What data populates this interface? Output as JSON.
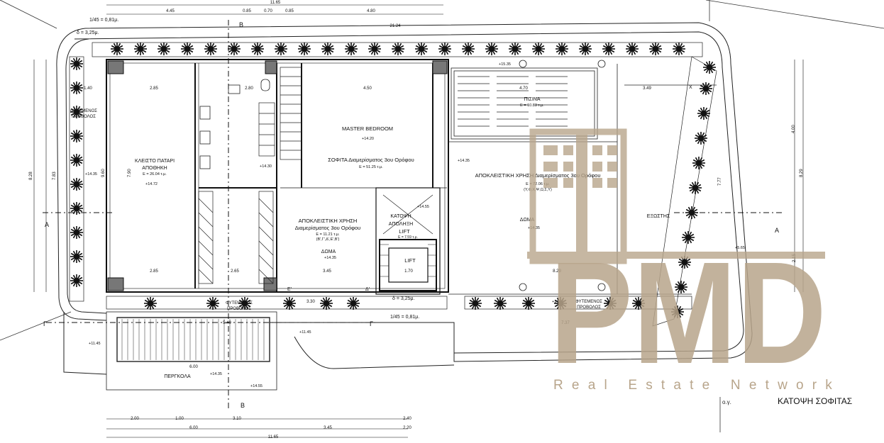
{
  "plan_title": "ΚΑΤΟΨΗ ΣΟΦΙΤΑΣ",
  "og_label": "ο.γ.",
  "watermark": {
    "logo_text": "PMD",
    "tagline": "Real Estate Network",
    "color": "#b8a58b"
  },
  "rooms": {
    "klisto_patari": "ΚΛΕΙΣΤΟ ΠΑΤΑΡΙ",
    "apothiki": "ΑΠΟΘΗΚΗ",
    "apothiki_area": "Ε = 26.04 τ.μ.",
    "master": "MASTER BEDROOM",
    "sofita": "ΣΟΦΙΤΑ Διαμερίσματος 3ου Ορόφου",
    "sofita_area": "Ε = 51.25 τ.μ.",
    "excl_left_1": "ΑΠΟΚΛΕΙΣΤΙΚΗ ΧΡΗΣΗ",
    "excl_left_2": "Διαμερίσματος 3ου Ορόφου",
    "excl_left_area": "Ε = 11.21 τ.μ.",
    "excl_left_codes": "(Β',Γ',Δ',Ε',Β')",
    "doma_left": "ΔΩΜΑ",
    "excl_right": "ΑΠΟΚΛΕΙΣΤΙΚΗ ΧΡΗΣΗ Διαμερίσματος 3ου Ορόφου",
    "excl_right_area": "Ε = 72.06 τ.μ.",
    "excl_right_codes": "(Υ,Φ,Χ,Ψ,Ω,Σ,Υ)",
    "doma_right": "ΔΩΜΑ",
    "pool": "ΠΙΣΙΝΑ",
    "pool_area": "Ε = 10.88 τ.μ.",
    "lift_shaft_1": "ΚΑΤΟΨΗ",
    "lift_shaft_2": "ΑΠΟΛΗΞΗ",
    "lift_shaft_3": "LIFT",
    "lift_shaft_area": "Ε = 7.59 τ.μ.",
    "lift": "LIFT",
    "eksostis": "ΕΞΩΣΤΗΣ",
    "fytemenos_1": "ΦΥΤΕΜΕΝΟΣ",
    "fytemenos_2": "ΠΡΟΒΟΛΟΣ",
    "pergola": "ΠΕΡΓΚΟΛΑ"
  },
  "levels": [
    "+14.20",
    "+14.35",
    "+14.72",
    "+14.30",
    "+15.35",
    "+14.55",
    "+14.35",
    "+5.65",
    "+14.35",
    "+11.45",
    "+11.45",
    "+14.35",
    "+14.55",
    "+14.35",
    "+14.35"
  ],
  "dims": {
    "top_total": "11.65",
    "top_a": "4.45",
    "top_b": "0.85",
    "top_c": "0.70",
    "top_d": "0.85",
    "top_e": "4.80",
    "ratio_top": "1/45 = 0,81μ.",
    "ratio_left": "δ = 3,25μ.",
    "ratio_bottom": "1/45 = 0,81μ.",
    "ratio_bottom2": "δ = 3,25μ.",
    "top_long": "21.24",
    "inner_285": "2.85",
    "inner_140": "1.40",
    "inner_280": "2.80",
    "inner_450": "4.50",
    "inner_470": "4.70",
    "inner_349": "3.49",
    "inner_345": "3.45",
    "inner_330": "3.30",
    "inner_265": "2.65",
    "inner_170": "1.70",
    "inner_829": "8.29",
    "inner_737": "7.37",
    "inner_540": "5.40",
    "inner_600": "6.00",
    "left_828": "8.28",
    "left_783": "7.83",
    "left_960": "9.60",
    "left_790": "7.90",
    "right_829": "8.29",
    "right_400": "4.00",
    "right_777": "7.77",
    "right_215": "2.15",
    "bot_200": "2.00",
    "bot_100": "1.00",
    "bot_310": "3.10",
    "bot_240": "2.40",
    "bot_600": "6.00",
    "bot_345": "3.45",
    "bot_220": "2.20",
    "bot_1165": "11.65"
  },
  "section_marks": {
    "A": "A",
    "B": "B",
    "G": "Γ",
    "E": "Ε'",
    "D": "Δ'",
    "X": "X"
  }
}
